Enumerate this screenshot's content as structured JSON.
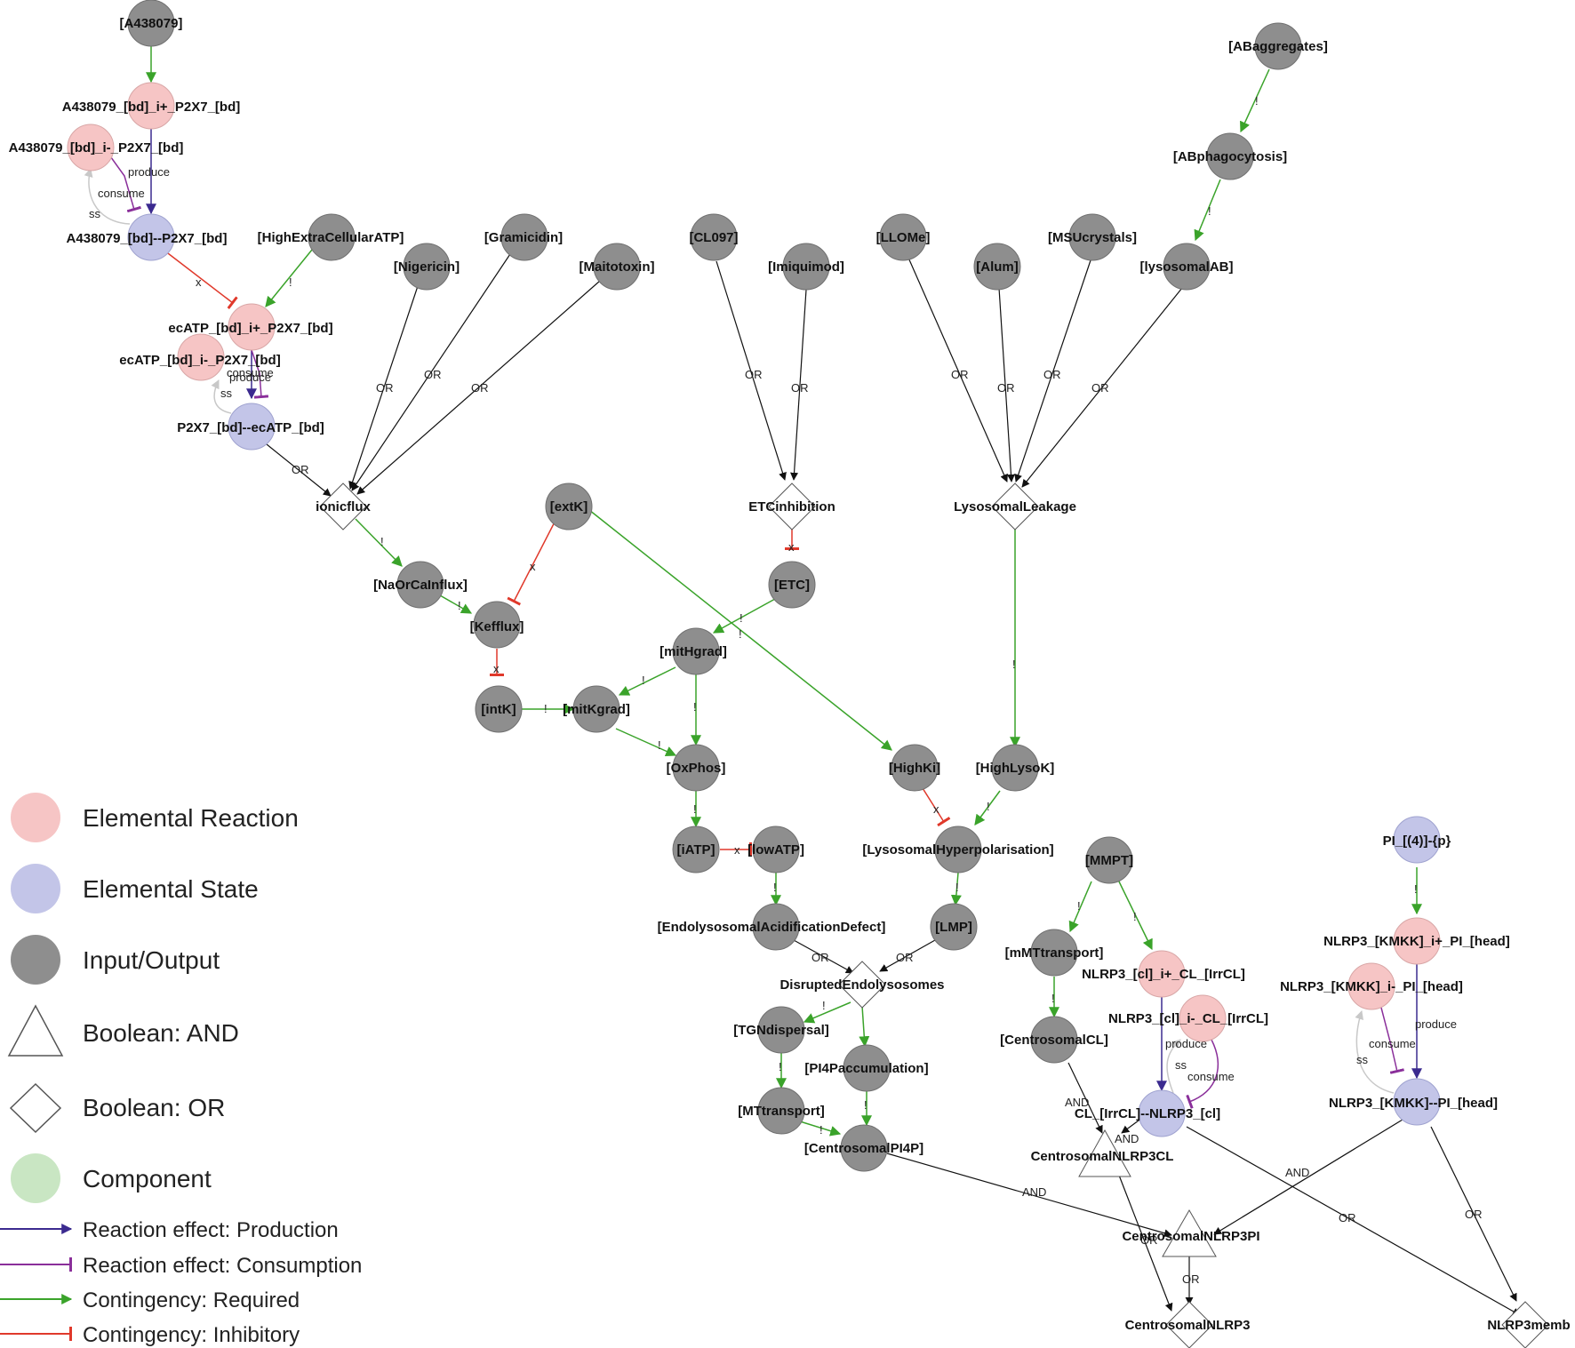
{
  "colors": {
    "reaction": "#f6c5c5",
    "state": "#c3c5e8",
    "io": "#8e8e8e",
    "component": "#c9e6c3",
    "production": "#3b2a8f",
    "consumption": "#8a2f9a",
    "required": "#3aa32a",
    "inhibitory": "#e0392b",
    "plain": "#111111",
    "selfloop": "#c8c8c8"
  },
  "nodes": {
    "A438079": "[A438079]",
    "A438079_i_plus": "A438079_[bd]_i+_P2X7_[bd]",
    "A438079_i_minus": "A438079_[bd]_i-_P2X7_[bd]",
    "A438079_state": "A438079_[bd]--P2X7_[bd]",
    "HighExtraCellularATP": "[HighExtraCellularATP]",
    "ecATP_i_plus": "ecATP_[bd]_i+_P2X7_[bd]",
    "ecATP_i_minus": "ecATP_[bd]_i-_P2X7_[bd]",
    "P2X7_state": "P2X7_[bd]--ecATP_[bd]",
    "Nigericin": "[Nigericin]",
    "Gramicidin": "[Gramicidin]",
    "Maitotoxin": "[Maitotoxin]",
    "CL097": "[CL097]",
    "Imiquimod": "[Imiquimod]",
    "LLOMe": "[LLOMe]",
    "Alum": "[Alum]",
    "MSUcrystals": "[MSUcrystals]",
    "lysosomalAB": "[lysosomalAB]",
    "ABaggregates": "[ABaggregates]",
    "ABphagocytosis": "[ABphagocytosis]",
    "ionicflux": "ionicflux",
    "extK": "[extK]",
    "ETCinhibition": "ETCinhibition",
    "LysosomalLeakage": "LysosomalLeakage",
    "NaOrCaInflux": "[NaOrCaInflux]",
    "Kefflux": "[Kefflux]",
    "ETC": "[ETC]",
    "mitHgrad": "[mitHgrad]",
    "intK": "[intK]",
    "mitKgrad": "[mitKgrad]",
    "OxPhos": "[OxPhos]",
    "HighKi": "[HighKi]",
    "HighLysoK": "[HighLysoK]",
    "iATP": "[iATP]",
    "lowATP": "[lowATP]",
    "LysosomalHyperpolarisation": "[LysosomalHyperpolarisation]",
    "EndolysosomalAcidificationDefect": "[EndolysosomalAcidificationDefect]",
    "LMP": "[LMP]",
    "DisruptedEndolysosomes": "DisruptedEndolysosomes",
    "TGNdispersal": "[TGNdispersal]",
    "PI4Paccumulation": "[PI4Paccumulation]",
    "MTtransport": "[MTtransport]",
    "CentrosomalPI4P": "[CentrosomalPI4P]",
    "MMPT": "[MMPT]",
    "mMTtransport": "[mMTtransport]",
    "CentrosomalCL": "[CentrosomalCL]",
    "NLRP3_cl_i_plus": "NLRP3_[cl]_i+_CL_[IrrCL]",
    "NLRP3_cl_i_minus": "NLRP3_[cl]_i-_CL_[IrrCL]",
    "CL_NLRP3_state": "CL_[IrrCL]--NLRP3_[cl]",
    "CentrosomalNLRP3CL": "CentrosomalNLRP3CL",
    "CentrosomalNLRP3PI": "CentrosomalNLRP3PI",
    "CentrosomalNLRP3": "CentrosomalNLRP3",
    "PI4p": "PI_[(4)]-{p}",
    "NLRP3_KMKK_i_plus": "NLRP3_[KMKK]_i+_PI_[head]",
    "NLRP3_KMKK_i_minus": "NLRP3_[KMKK]_i-_PI_[head]",
    "NLRP3_KMKK_state": "NLRP3_[KMKK]--PI_[head]",
    "NLRP3memb": "NLRP3memb"
  },
  "edge_labels": {
    "or": "OR",
    "and": "AND",
    "required": "!",
    "inhibit": "x",
    "produce": "produce",
    "consume": "consume",
    "ss": "ss"
  },
  "legend": {
    "elemental_reaction": "Elemental Reaction",
    "elemental_state": "Elemental State",
    "input_output": "Input/Output",
    "boolean_and": "Boolean: AND",
    "boolean_or": "Boolean: OR",
    "component": "Component",
    "effect_production": "Reaction effect: Production",
    "effect_consumption": "Reaction effect: Consumption",
    "contingency_required": "Contingency: Required",
    "contingency_inhibitory": "Contingency: Inhibitory"
  }
}
